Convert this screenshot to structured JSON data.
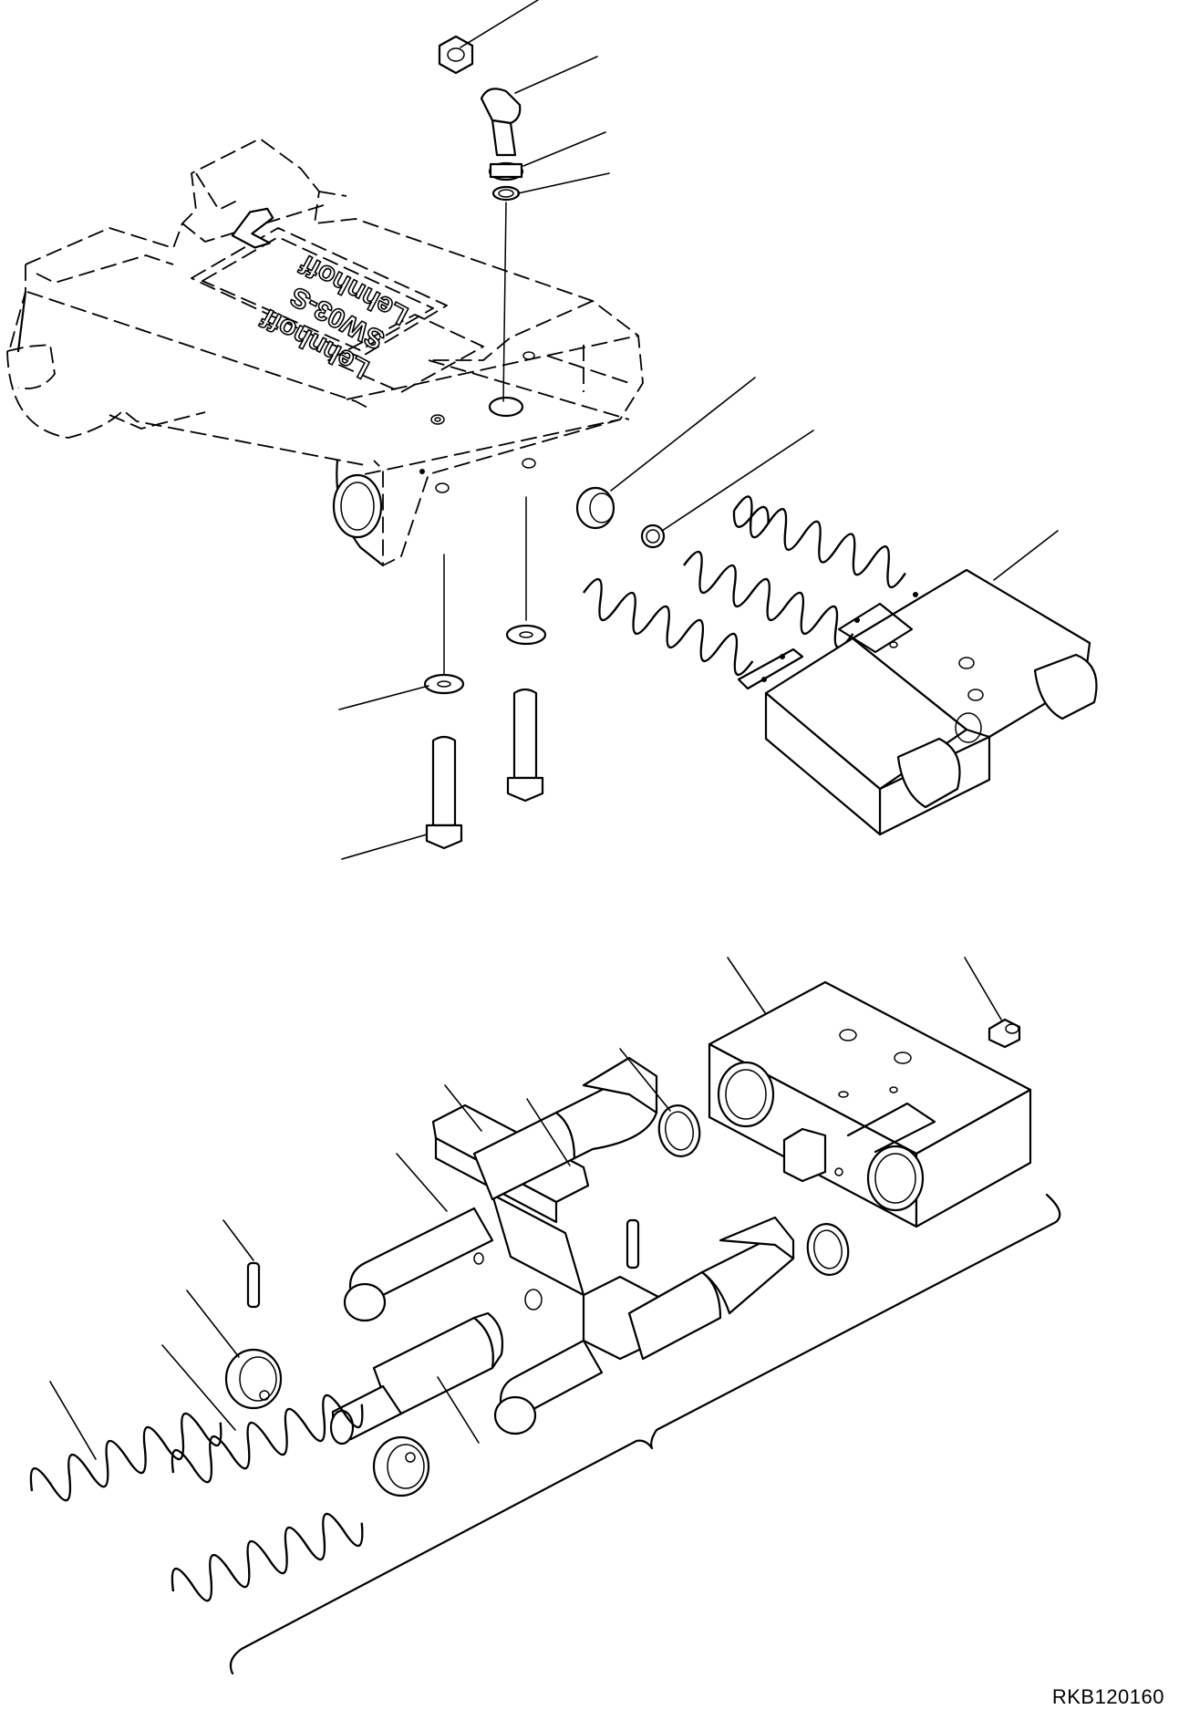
{
  "drawing": {
    "code": "RKB120160",
    "nameplate": [
      "Lehnhoff",
      "SW03-S",
      "Lehnhoff"
    ]
  }
}
